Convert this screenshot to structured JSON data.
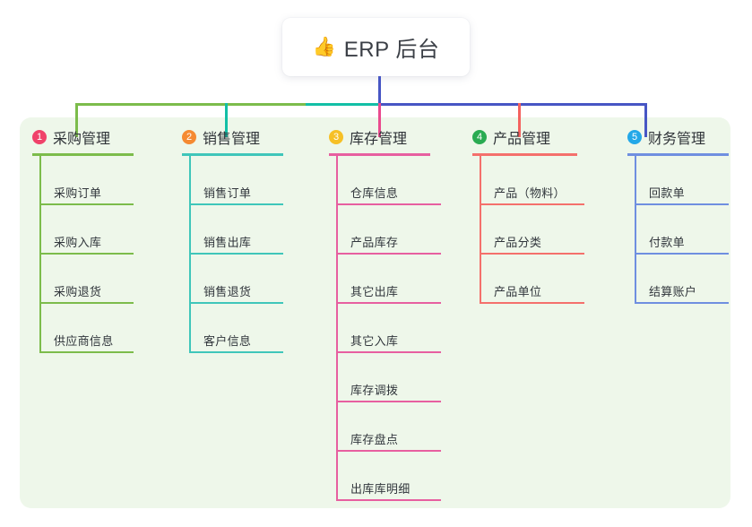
{
  "root": {
    "icon": "thumbs-up-icon",
    "emoji": "👍",
    "title": "ERP 后台"
  },
  "theme": {
    "panel_bg": "#eef7ea",
    "page_bg": "#ffffff",
    "bus_green": "#7cbc4b",
    "bus_teal": "#12bfa6",
    "bus_blue": "#4756c4"
  },
  "columns": [
    {
      "number": "1",
      "title": "采购管理",
      "badge_color": "#f0426a",
      "line_color": "#7cbc4b",
      "items": [
        {
          "label": "采购订单"
        },
        {
          "label": "采购入库"
        },
        {
          "label": "采购退货"
        },
        {
          "label": "供应商信息"
        }
      ]
    },
    {
      "number": "2",
      "title": "销售管理",
      "badge_color": "#f58a32",
      "line_color": "#3fc6ba",
      "items": [
        {
          "label": "销售订单"
        },
        {
          "label": "销售出库"
        },
        {
          "label": "销售退货"
        },
        {
          "label": "客户信息"
        }
      ]
    },
    {
      "number": "3",
      "title": "库存管理",
      "badge_color": "#f6c026",
      "line_color": "#e75fa0",
      "items": [
        {
          "label": "仓库信息"
        },
        {
          "label": "产品库存"
        },
        {
          "label": "其它出库"
        },
        {
          "label": "其它入库"
        },
        {
          "label": "库存调拨"
        },
        {
          "label": "库存盘点"
        },
        {
          "label": "出库库明细"
        }
      ]
    },
    {
      "number": "4",
      "title": "产品管理",
      "badge_color": "#2aab52",
      "line_color": "#f4706c",
      "items": [
        {
          "label": "产品（物料）"
        },
        {
          "label": "产品分类"
        },
        {
          "label": "产品单位"
        }
      ]
    },
    {
      "number": "5",
      "title": "财务管理",
      "badge_color": "#23a8e8",
      "line_color": "#6f8fe0",
      "items": [
        {
          "label": "回款单"
        },
        {
          "label": "付款单"
        },
        {
          "label": "结算账户"
        }
      ]
    }
  ]
}
